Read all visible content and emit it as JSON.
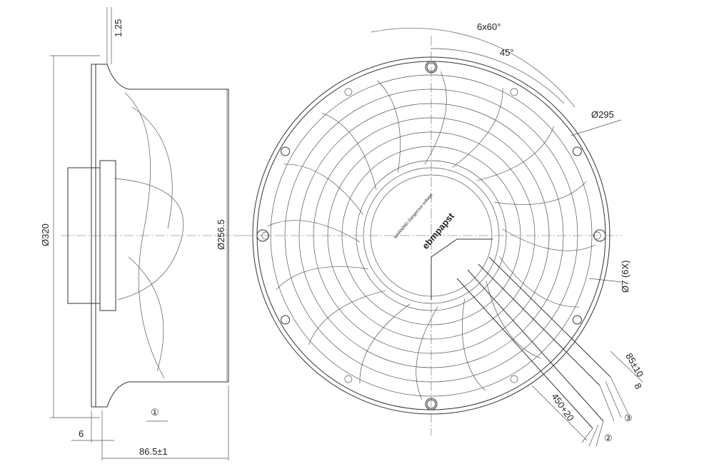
{
  "side_view": {
    "dim_flange_thickness": "1.25",
    "dim_outer_diameter": "Ø320",
    "dim_inner_diameter": "Ø256.5",
    "dim_offset": "6",
    "dim_depth": "86.5±1",
    "airflow_marker": "①"
  },
  "front_view": {
    "dim_hole_spacing": "6x60°",
    "dim_angle": "45°",
    "dim_bolt_circle": "Ø295",
    "dim_holes": "Ø7 (6X)",
    "dim_strip_length": "85±10",
    "dim_wire_end": "8",
    "dim_cable_length": "450+20",
    "cable_marker_2": "②",
    "cable_marker_3": "③",
    "brand_logo": "ebmpapst",
    "warning_label": "WARNING Dangerous voltage"
  }
}
